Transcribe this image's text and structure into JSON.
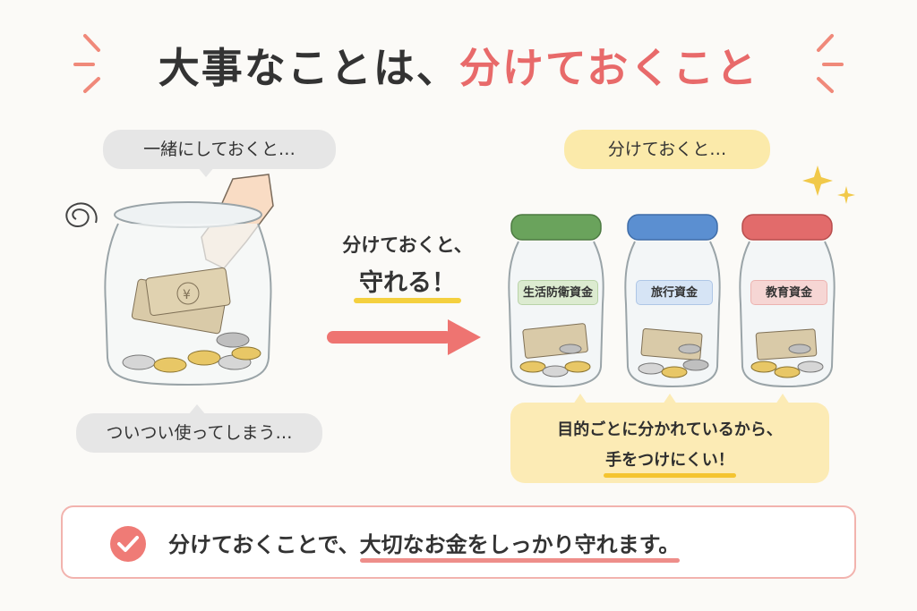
{
  "title": {
    "main": "大事なことは、",
    "accent": "分けておくこと"
  },
  "left": {
    "top_bubble": "一緒にしておくと…",
    "bottom_bubble": "ついつい使ってしまう…"
  },
  "right": {
    "top_bubble": "分けておくと…"
  },
  "middle": {
    "line1": "分けておくと、",
    "line2": "守れる！"
  },
  "jars": [
    {
      "label": "生活防衛資金",
      "lid_color": "#6aa35c",
      "label_color": "#dcebd0"
    },
    {
      "label": "旅行資金",
      "lid_color": "#5b8fd1",
      "label_color": "#d6e4f5"
    },
    {
      "label": "教育資金",
      "lid_color": "#e26b6b",
      "label_color": "#f6d6d4"
    }
  ],
  "note": {
    "line1": "目的ごとに分かれているから、",
    "line2": "手をつけにくい！"
  },
  "footer": {
    "pre": "分けておくことで、",
    "underlined": "大切なお金をしっかり守れます。"
  },
  "colors": {
    "accent": "#e86a6a",
    "arrow": "#ee7471",
    "highlight": "#f4d03f"
  }
}
